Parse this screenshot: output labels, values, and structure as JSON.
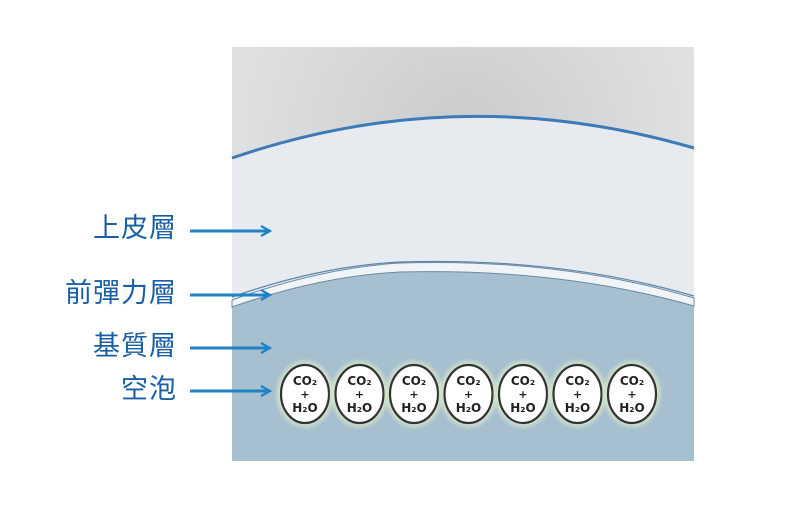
{
  "diagram": {
    "layers": [
      {
        "id": "epithelium",
        "label": "上皮層"
      },
      {
        "id": "bowman",
        "label": "前彈力層"
      },
      {
        "id": "stroma",
        "label": "基質層"
      },
      {
        "id": "bubbles",
        "label": "空泡"
      }
    ],
    "bubble": {
      "line1": "CO₂",
      "line2": "+",
      "line3": "H₂O",
      "count": 7
    },
    "colors": {
      "label_text": "#1a5fa5",
      "arrow": "#1d82c6",
      "stroma": "#a7c0cf",
      "epithelium": "#e7ebef",
      "bowman": "#e9eef2",
      "curve_line": "#3d7ab8",
      "bubble_glow": "#cfe6a0"
    }
  }
}
